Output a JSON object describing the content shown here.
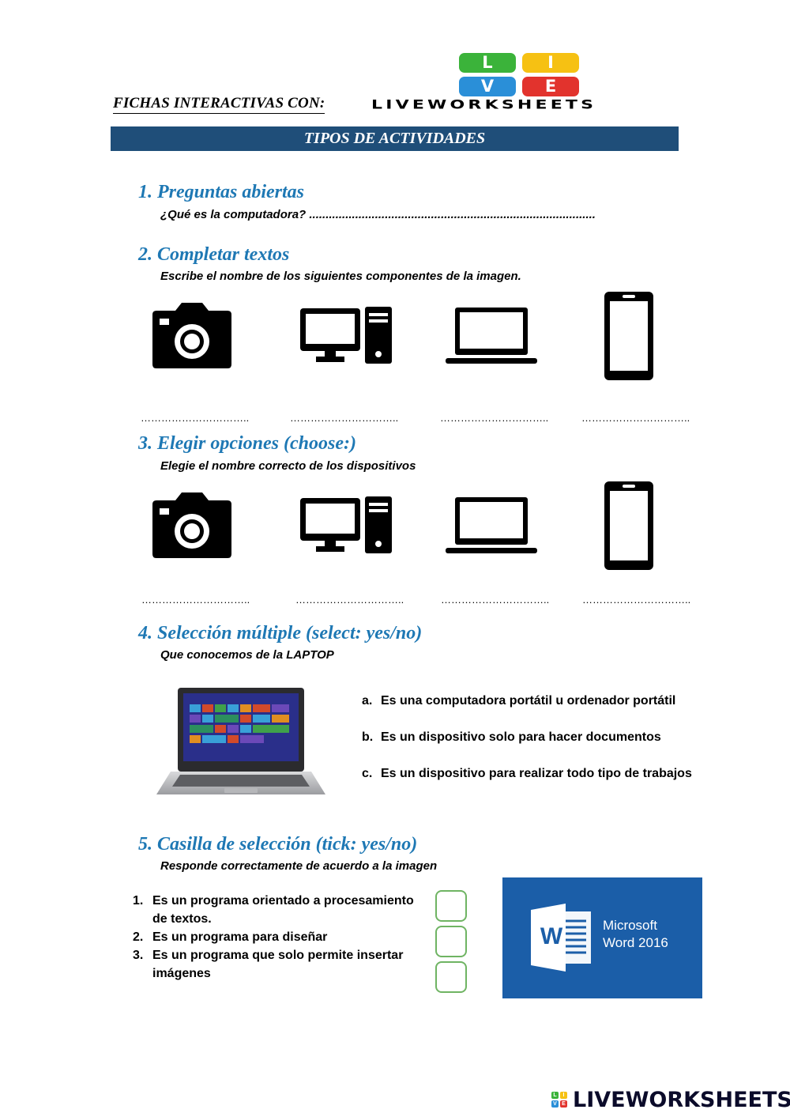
{
  "header": {
    "left_text": "FICHAS INTERACTIVAS CON:",
    "logo_letters": [
      "L",
      "I",
      "V",
      "E"
    ],
    "logo_word": "LIVEWORKSHEETS",
    "banner": "TIPOS DE ACTIVIDADES"
  },
  "colors": {
    "banner": "#1f4e79",
    "section_title": "#1e78b4",
    "tick_border": "#6fb463",
    "word_panel": "#1b5ea8",
    "logo_green": "#3bb33a",
    "logo_yellow": "#f6c113",
    "logo_blue": "#2a8fd8",
    "logo_red": "#e2332d"
  },
  "section1": {
    "title": "1. Preguntas abiertas",
    "question": "¿Qué es la computadora? .......................................................................................",
    "dots": ""
  },
  "section2": {
    "title": "2. Completar textos",
    "subtitle": "Escribe el nombre de los siguientes componentes de la imagen.",
    "icons": [
      "camera-icon",
      "desktop-computer-icon",
      "laptop-icon",
      "smartphone-icon"
    ],
    "blanks": [
      "…………………………..",
      "…………………………..",
      "…………………………..",
      "………………………….."
    ]
  },
  "section3": {
    "title": "3. Elegir opciones (choose:)",
    "subtitle": "Elegie el nombre correcto de los dispositivos",
    "icons": [
      "camera-icon",
      "desktop-computer-icon",
      "laptop-icon",
      "smartphone-icon"
    ],
    "blanks": [
      "…………………………..",
      "…………………………..",
      "…………………………..",
      "………………………….."
    ]
  },
  "section4": {
    "title": "4. Selección múltiple (select: yes/no)",
    "subtitle": "Que conocemos de la LAPTOP",
    "options": [
      {
        "key": "a.",
        "text": "Es una computadora portátil u ordenador portátil"
      },
      {
        "key": "b.",
        "text": "Es un dispositivo solo para hacer documentos"
      },
      {
        "key": "c.",
        "text": "Es un dispositivo para realizar todo tipo de trabajos"
      }
    ]
  },
  "section5": {
    "title": "5. Casilla de selección (tick: yes/no)",
    "subtitle": "Responde correctamente de acuerdo a la imagen",
    "items": [
      {
        "num": "1.",
        "text": "Es un programa orientado a procesamiento de textos."
      },
      {
        "num": "2.",
        "text": "Es un programa para diseñar"
      },
      {
        "num": "3.",
        "text": "Es un programa que solo permite insertar imágenes"
      }
    ],
    "word_logo_line1": "Microsoft",
    "word_logo_line2": "Word 2016",
    "word_letter": "W"
  },
  "footer": {
    "logo_word": "LIVEWORKSHEETS",
    "mini_letters": [
      "L",
      "I",
      "V",
      "E"
    ]
  }
}
